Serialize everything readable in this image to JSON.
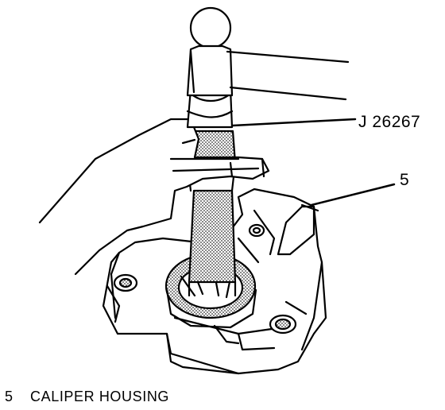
{
  "callouts": {
    "tool": "J 26267",
    "part": "5"
  },
  "legend": {
    "number": "5",
    "text": "CALIPER HOUSING"
  },
  "colors": {
    "ink": "#000000",
    "paper": "#ffffff",
    "stipple": "#6a6a6a"
  }
}
